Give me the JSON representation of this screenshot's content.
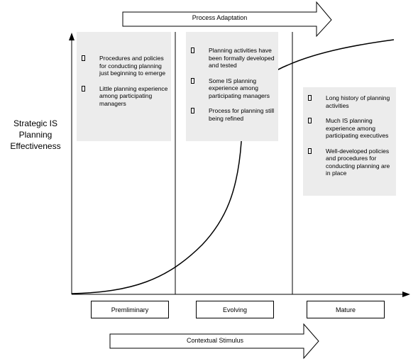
{
  "diagram": {
    "top_arrow_label": "Process Adaptation",
    "bottom_arrow_label": "Contextual Stimulus",
    "y_axis_label": "Strategic IS Planning Effectiveness",
    "stages": [
      {
        "label": "Premliminary",
        "bullets": [
          "Procedures and policies for conducting planning just beginning to emerge",
          "Little planning experience among participating managers"
        ]
      },
      {
        "label": "Evolving",
        "bullets": [
          "Planning activities have been formally developed and tested",
          "Some IS planning experience among participating managers",
          "Process for planning still being refined"
        ]
      },
      {
        "label": "Mature",
        "bullets": [
          "Long history of planning activities",
          "Much IS planning experience among participating executives",
          "Well-developed policies and procedures for conducting planning are in place"
        ]
      }
    ]
  }
}
